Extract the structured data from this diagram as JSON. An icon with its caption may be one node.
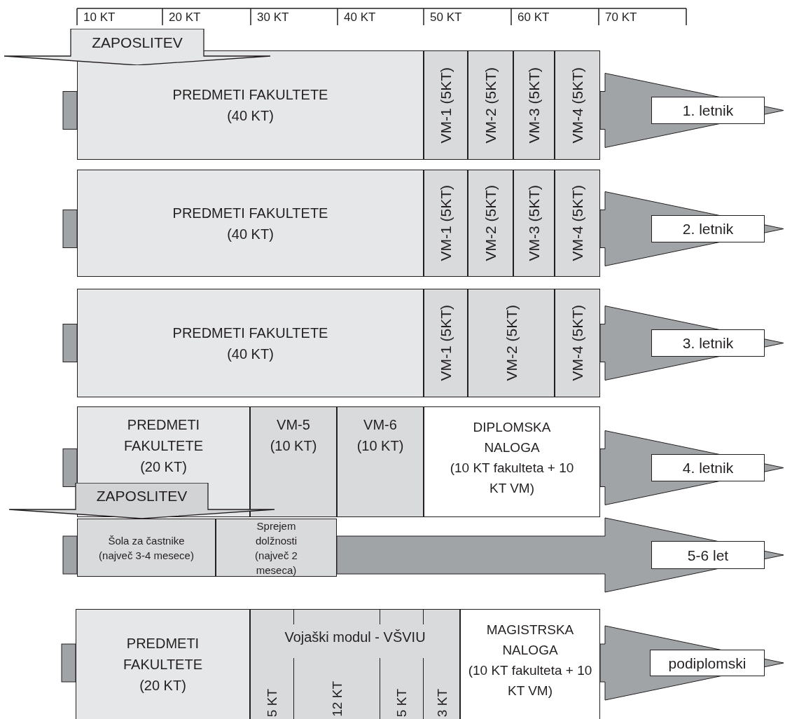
{
  "diagram": {
    "nodes": [
      {
        "text": [
          "ZAPOSLITEV"
        ]
      },
      {
        "text": [
          "PREDMETI FAKULTETE",
          "(40 KT)"
        ]
      },
      {
        "text": [
          "VM-1 (5KT)"
        ]
      },
      {
        "text": [
          "VM-2 (5KT)"
        ]
      },
      {
        "text": [
          "VM-3 (5KT)"
        ]
      },
      {
        "text": [
          "VM-4 (5KT)"
        ]
      },
      {
        "text": [
          "1. letnik"
        ]
      },
      {
        "text": [
          "PREDMETI FAKULTETE",
          "(40 KT)"
        ]
      },
      {
        "text": [
          "VM-1 (5KT)"
        ]
      },
      {
        "text": [
          "VM-2 (5KT)"
        ]
      },
      {
        "text": [
          "VM-3 (5KT)"
        ]
      },
      {
        "text": [
          "VM-4 (5KT)"
        ]
      },
      {
        "text": [
          "2. letnik"
        ]
      },
      {
        "text": [
          "PREDMETI FAKULTETE",
          "(40 KT)"
        ]
      },
      {
        "text": [
          "VM-1 (5KT)"
        ]
      },
      {
        "text": [
          "VM-2 (5KT)"
        ]
      },
      {
        "text": [
          "VM-4 (5KT)"
        ]
      },
      {
        "text": [
          "3. letnik"
        ]
      },
      {
        "text": [
          "PREDMETI FAKULTETE",
          "(20 KT)"
        ]
      },
      {
        "text": [
          "VM-5",
          "(10 KT)"
        ]
      },
      {
        "text": [
          "VM-6",
          "(10 KT)"
        ]
      },
      {
        "text": [
          "DIPLOMSKA NALOGA",
          "(10 KT fakulteta + 10 KT VM)"
        ]
      },
      {
        "text": [
          "4. letnik"
        ]
      },
      {
        "text": [
          "ZAPOSLITEV"
        ]
      },
      {
        "text": [
          "Šola za častnike",
          "(največ 3-4 mesece)"
        ]
      },
      {
        "text": [
          "Sprejem dolžnosti",
          "(največ 2 meseca)"
        ]
      },
      {
        "text": [
          "5-6 let"
        ]
      },
      {
        "text": [
          "PREDMETI FAKULTETE",
          "(20 KT)"
        ]
      },
      {
        "text": [
          "Vojaški modul - VŠVIU"
        ]
      },
      {
        "text": [
          "5 KT"
        ],
        "in": 28
      },
      {
        "text": [
          "12 KT"
        ],
        "in": 28
      },
      {
        "text": [
          "5 KT"
        ],
        "in": 28
      },
      {
        "text": [
          "3 KT"
        ],
        "in": 28
      },
      {
        "text": [
          "MAGISTRSKA NALOGA",
          "(10 KT fakulteta + 10 KT VM)"
        ]
      },
      {
        "text": [
          "podiplomski"
        ]
      }
    ],
    "edges": [
      {
        "from": 5,
        "to": 6,
        "arrow": "to",
        "style": "thick"
      },
      {
        "from": 11,
        "to": 12,
        "arrow": "to",
        "style": "thick"
      },
      {
        "from": 16,
        "to": 17,
        "arrow": "to",
        "style": "thick"
      },
      {
        "from": 21,
        "to": 22,
        "arrow": "to",
        "style": "thick"
      },
      {
        "from": 25,
        "to": 26,
        "arrow": "to",
        "style": "thick"
      },
      {
        "from": 33,
        "to": 34,
        "arrow": "to",
        "style": "thick"
      }
    ],
    "labels": [
      "10 KT",
      "20 KT",
      "30 KT",
      "40 KT",
      "50 KT",
      "60 KT",
      "70 KT"
    ]
  }
}
